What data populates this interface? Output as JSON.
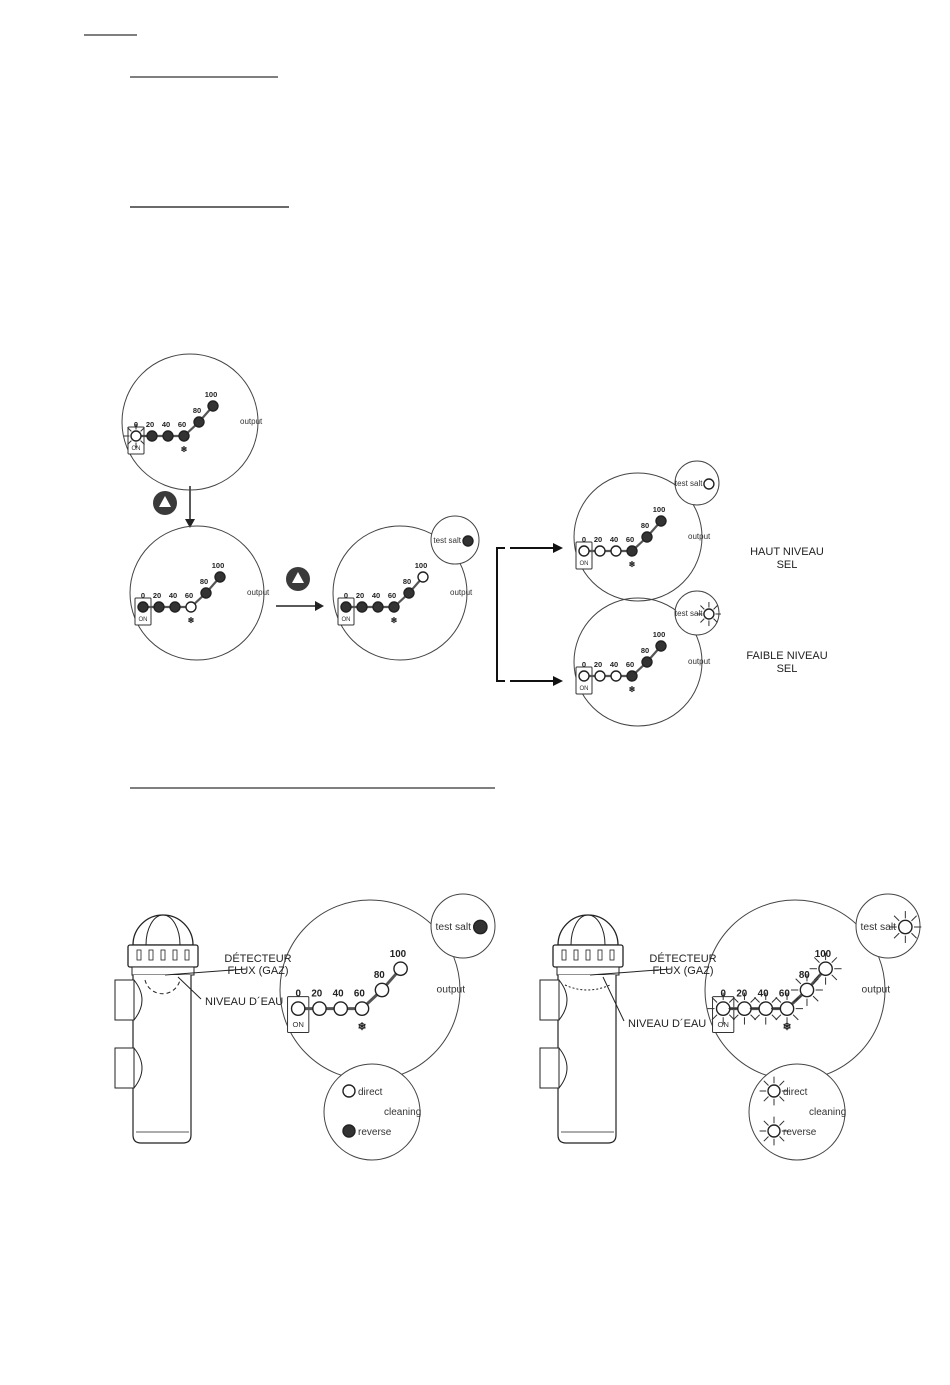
{
  "scale_labels": [
    "0",
    "20",
    "40",
    "60",
    "80",
    "100"
  ],
  "output_label": "output",
  "on_label": "ON",
  "test_salt_label": "test salt",
  "cleaning": {
    "title": "cleaning",
    "direct": "direct",
    "reverse": "reverse"
  },
  "results": {
    "high": [
      "HAUT NIVEAU",
      "SEL"
    ],
    "low": [
      "FAIBLE NIVEAU",
      "SEL"
    ]
  },
  "pump_labels": {
    "detector": [
      "DÉTECTEUR",
      "FLUX (GAZ)"
    ],
    "water_level": "NIVEAU D´EAU"
  },
  "colors": {
    "ink": "#222222",
    "led_on": "#333333",
    "line": "#555555"
  },
  "panels": [
    {
      "id": "initial",
      "leds": [
        "blink",
        "on",
        "on",
        "on",
        "on",
        "on"
      ],
      "test_salt": null
    },
    {
      "id": "step-up-1",
      "leds": [
        "on",
        "on",
        "on",
        "off",
        "on",
        "on"
      ],
      "test_salt": null
    },
    {
      "id": "step-up-2",
      "leds": [
        "on",
        "on",
        "on",
        "on",
        "on",
        "off"
      ],
      "test_salt": "on"
    },
    {
      "id": "high-salt",
      "leds": [
        "off",
        "off",
        "off",
        "on",
        "on",
        "on"
      ],
      "test_salt": "off"
    },
    {
      "id": "low-salt",
      "leds": [
        "off",
        "off",
        "off",
        "on",
        "on",
        "on"
      ],
      "test_salt": "blink"
    },
    {
      "id": "water-ok",
      "leds": [
        "off",
        "off",
        "off",
        "off",
        "off",
        "off"
      ],
      "test_salt": "on",
      "cleaning": {
        "direct": "off",
        "reverse": "on"
      }
    },
    {
      "id": "water-low",
      "leds": [
        "blink",
        "blink",
        "blink",
        "blink",
        "blink",
        "blink"
      ],
      "test_salt": "blink",
      "cleaning": {
        "direct": "blink",
        "reverse": "blink"
      }
    }
  ]
}
